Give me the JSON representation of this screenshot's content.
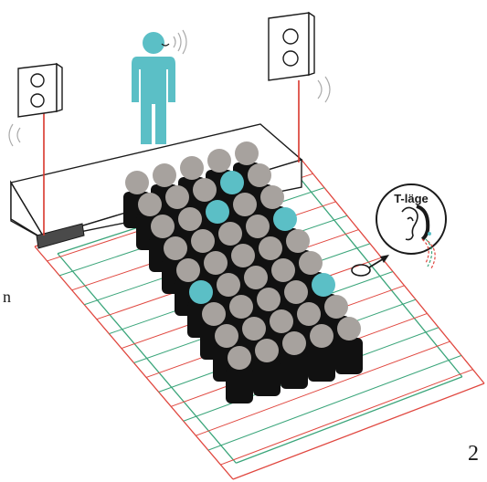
{
  "badge": {
    "label": "T-läge"
  },
  "page": {
    "number": "2",
    "margin_letter": "n"
  },
  "colors": {
    "accent_teal": "#5bbfc6",
    "audience_gray": "#a7a29e",
    "body_black": "#111111",
    "loop_red": "#e0473f",
    "loop_green": "#3aa57a",
    "cable_red": "#d9362c",
    "stage_fill": "#ffffff",
    "outline": "#1a1a1a"
  },
  "icons": [
    "speaker-icon",
    "speaker-icon",
    "presenter-figure",
    "ear-icon",
    "hearing-aid-icon",
    "sound-wave-icon",
    "loop-amplifier"
  ],
  "audience": {
    "rows": [
      [
        "gray",
        "gray",
        "gray",
        "gray",
        "gray"
      ],
      [
        "gray",
        "gray",
        "gray",
        "teal",
        "gray"
      ],
      [
        "gray",
        "gray",
        "teal",
        "gray",
        "gray"
      ],
      [
        "gray",
        "gray",
        "gray",
        "gray",
        "teal"
      ],
      [
        "gray",
        "gray",
        "gray",
        "gray",
        "gray"
      ],
      [
        "teal",
        "gray",
        "gray",
        "gray",
        "gray"
      ],
      [
        "gray",
        "gray",
        "gray",
        "gray",
        "teal"
      ],
      [
        "gray",
        "gray",
        "gray",
        "gray",
        "gray"
      ],
      [
        "gray",
        "gray",
        "gray",
        "gray",
        "gray"
      ]
    ]
  }
}
